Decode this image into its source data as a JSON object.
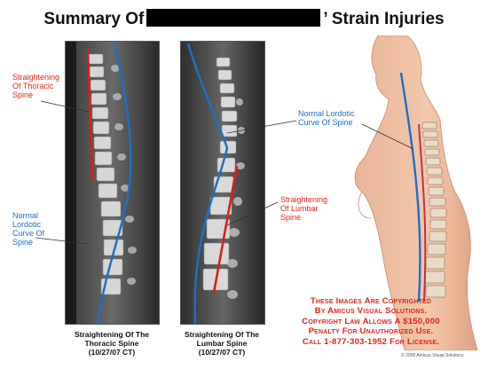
{
  "title": {
    "prefix": "Summary Of",
    "suffix": "’ Strain Injuries"
  },
  "left_panel": {
    "label_top": [
      "Straightening Of Thoracic",
      "Spine"
    ],
    "label_bottom": [
      "Normal",
      "Lordotic",
      "Curve Of",
      "Spine"
    ],
    "caption": [
      "Straightening Of The",
      "Thoracic Spine",
      "(10/27/07 CT)"
    ]
  },
  "middle_panel": {
    "label": [
      "Straightening",
      "Of Lumbar",
      "Spine"
    ],
    "caption": [
      "Straightening Of The",
      "Lumbar Spine",
      "(10/27/07 CT)"
    ]
  },
  "right_panel": {
    "label": [
      "Normal Lordotic",
      "Curve Of Spine"
    ]
  },
  "copyright": [
    "These Images Are Copyrighted",
    "By Amicus Visual Solutions.",
    "Copyright Law Allows A $150,000",
    "Penalty For Unauthorized Use.",
    "Call 1-877-303-1952 For License."
  ],
  "credit": "© 2008 Amicus Visual Solutions",
  "colors": {
    "red_label": "#e0261b",
    "blue_label": "#1e6fc7",
    "normal_curve_line": "#1e6fc7",
    "straightening_line": "#d8201a"
  }
}
